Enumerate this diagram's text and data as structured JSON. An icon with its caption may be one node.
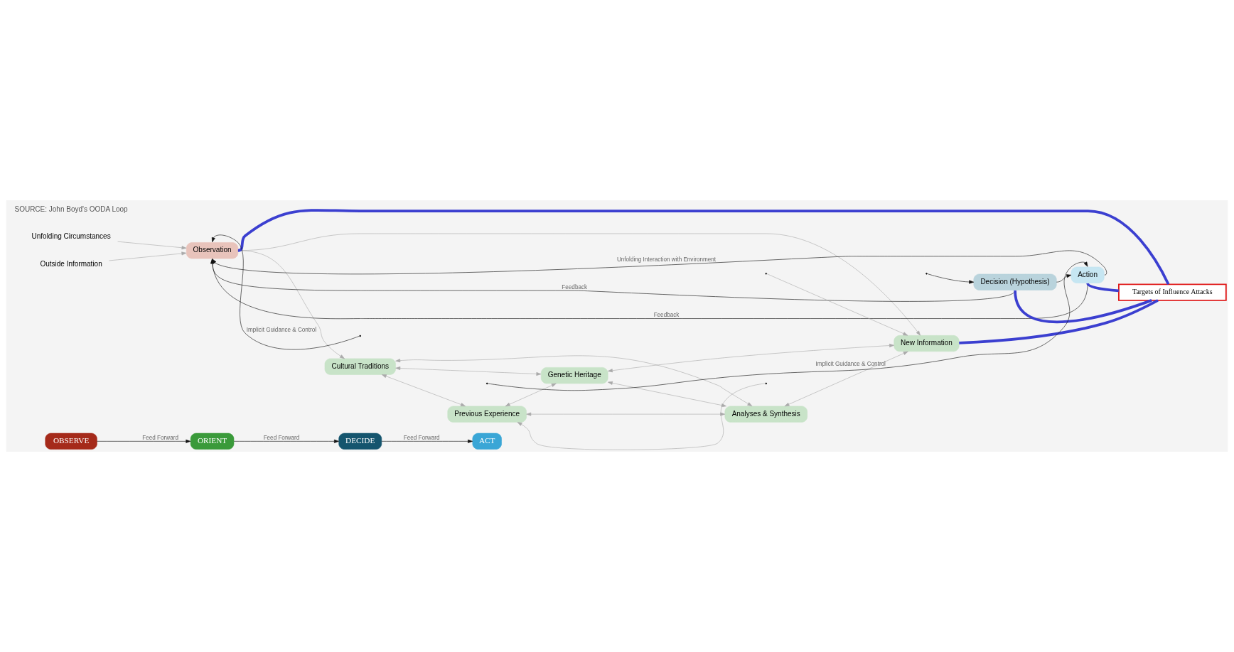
{
  "diagram": {
    "nodes": [
      {
        "text": [
          "OBSERVE"
        ]
      },
      {
        "text": [
          "ORIENT"
        ]
      },
      {
        "text": [
          "DECIDE"
        ]
      },
      {
        "text": [
          "ACT"
        ]
      },
      {
        "text": [
          "Unfolding Circumstances"
        ]
      },
      {
        "text": [
          "Outside Information"
        ]
      },
      {
        "text": [
          "Observation"
        ]
      },
      {
        "text": [
          "Cultural Traditions"
        ]
      },
      {
        "text": [
          "Previous Experience"
        ]
      },
      {
        "text": [
          "Genetic Heritage"
        ]
      },
      {
        "text": [
          "Analyses & Synthesis"
        ]
      },
      {
        "text": [
          "New Information"
        ]
      },
      {
        "text": [
          "Decision (Hypothesis)"
        ]
      },
      {
        "text": [
          "Action"
        ]
      },
      {
        "text": [
          "Targets of Influence Attacks"
        ]
      }
    ],
    "edges": [
      {
        "from": 0,
        "to": 1,
        "arrow": "to",
        "label": "Feed Forward",
        "color": "#111111"
      },
      {
        "from": 1,
        "to": 2,
        "arrow": "to",
        "label": "Feed Forward",
        "color": "#111111"
      },
      {
        "from": 2,
        "to": 3,
        "arrow": "to",
        "label": "Feed Forward",
        "color": "#111111"
      },
      {
        "from": 4,
        "to": 6,
        "arrow": "to"
      },
      {
        "from": 5,
        "to": 6,
        "arrow": "to"
      },
      {
        "from": null,
        "to": 6,
        "arrow": "to",
        "label": "Implicit Guidance & Control",
        "color": "#111111"
      },
      {
        "from": null,
        "to": 13,
        "arrow": "to",
        "label": "Implicit Guidance & Control",
        "color": "#111111"
      },
      {
        "from": 6,
        "to": 7,
        "arrow": "to"
      },
      {
        "from": 6,
        "to": 11,
        "arrow": "to"
      },
      {
        "from": null,
        "to": 8,
        "arrow": "to"
      },
      {
        "from": null,
        "to": 11,
        "arrow": "to"
      },
      {
        "from": 7,
        "to": 8,
        "arrow": "both"
      },
      {
        "from": 7,
        "to": 9,
        "arrow": "both"
      },
      {
        "from": 8,
        "to": 10,
        "arrow": "both"
      },
      {
        "from": 9,
        "to": 10,
        "arrow": "both"
      },
      {
        "from": 7,
        "to": 10,
        "arrow": "both"
      },
      {
        "from": 8,
        "to": 9,
        "arrow": "both"
      },
      {
        "from": 9,
        "to": 11,
        "arrow": "both"
      },
      {
        "from": 10,
        "to": 11,
        "arrow": "both"
      },
      {
        "from": null,
        "to": 12,
        "arrow": "to",
        "color": "#111111"
      },
      {
        "from": 12,
        "to": 13,
        "arrow": "to",
        "color": "#111111"
      },
      {
        "from": 12,
        "to": 6,
        "arrow": "to",
        "label": "Feedback",
        "color": "#111111"
      },
      {
        "from": 13,
        "to": 6,
        "arrow": "to",
        "label": "Feedback",
        "color": "#111111"
      },
      {
        "from": 13,
        "to": 6,
        "arrow": "to",
        "label": "Unfolding Interaction with Environment",
        "color": "#111111"
      },
      {
        "from": 14,
        "to": 6,
        "arrow": "none",
        "style": "thick",
        "color": "#3b3fd0"
      },
      {
        "from": 14,
        "to": 11,
        "arrow": "none",
        "style": "thick",
        "color": "#3b3fd0"
      },
      {
        "from": 14,
        "to": 12,
        "arrow": "none",
        "style": "thick",
        "color": "#3b3fd0"
      },
      {
        "from": 14,
        "to": 13,
        "arrow": "none",
        "style": "thick",
        "color": "#3b3fd0"
      }
    ],
    "labels": [
      "SOURCE: John Boyd's OODA Loop"
    ]
  }
}
